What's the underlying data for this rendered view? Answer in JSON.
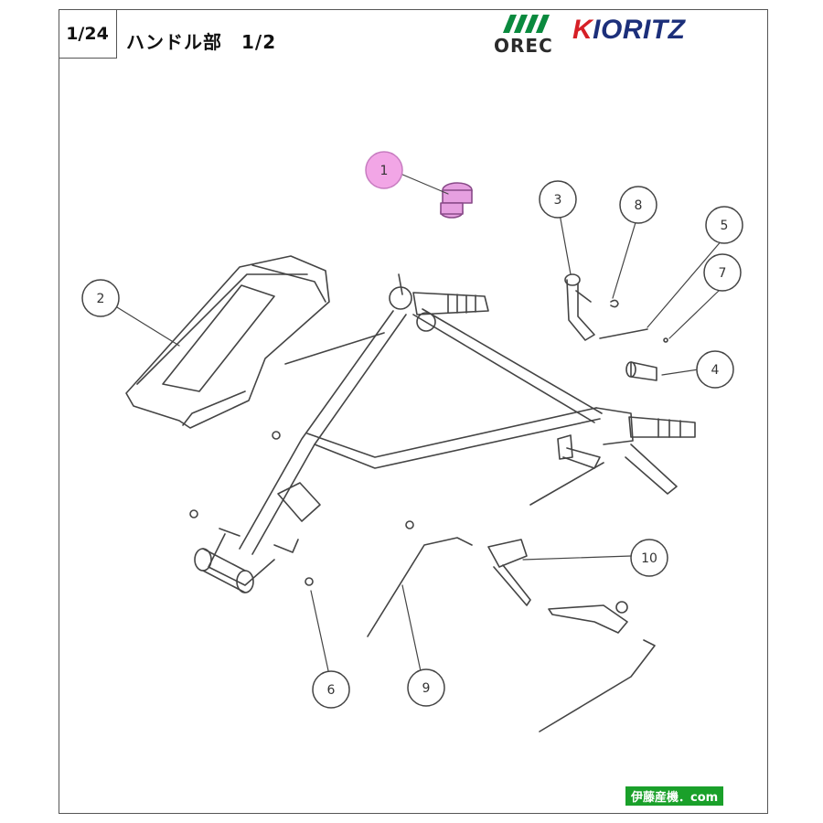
{
  "header": {
    "page_number": "1/24",
    "title": "ハンドル部　1/2"
  },
  "brands": {
    "orec": "OREC",
    "kioritz": "KIORITZ",
    "orec_color": "#0a8a3e",
    "kioritz_color": "#1c2f7a",
    "kioritz_accent": "#d61f26"
  },
  "callouts": [
    {
      "label": "1",
      "highlighted": true
    },
    {
      "label": "2"
    },
    {
      "label": "3"
    },
    {
      "label": "4"
    },
    {
      "label": "5"
    },
    {
      "label": "6"
    },
    {
      "label": "7"
    },
    {
      "label": "8"
    },
    {
      "label": "9"
    },
    {
      "label": "10"
    }
  ],
  "highlight_color": "#f2a6e6",
  "footer": {
    "credit": "伊藤産機．com"
  }
}
